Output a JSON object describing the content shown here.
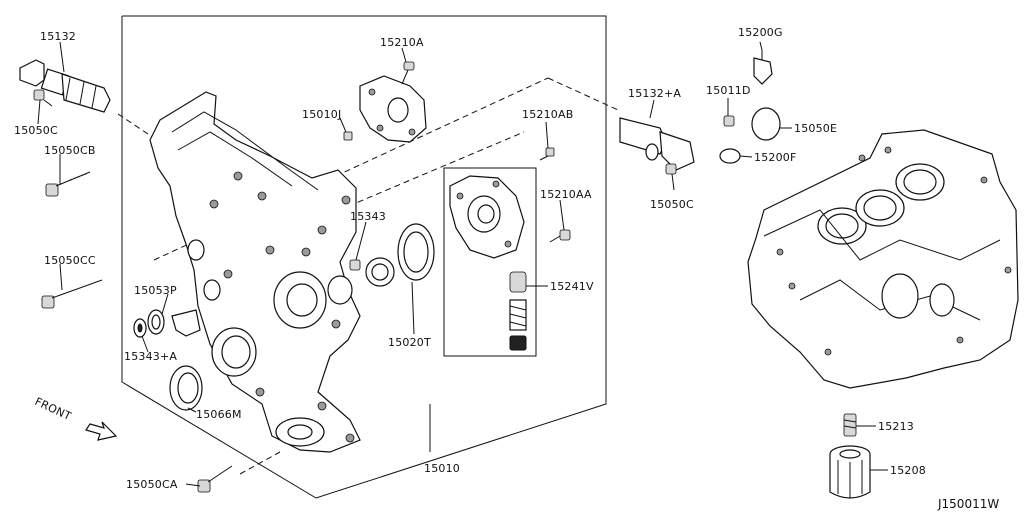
{
  "labels": {
    "p15132": "15132",
    "p15050c_left": "15050C",
    "p15050cb": "15050CB",
    "p15050cc": "15050CC",
    "p15053p": "15053P",
    "p15343a": "15343+A",
    "p15066m": "15066M",
    "p15050ca": "15050CA",
    "p15210a": "15210A",
    "p15010j": "15010J",
    "p15343": "15343",
    "p15210ab": "15210AB",
    "p15210aa": "15210AA",
    "p15241v": "15241V",
    "p15020t": "15020T",
    "p15010": "15010",
    "p15132a": "15132+A",
    "p15050c_right": "15050C",
    "p15200g": "15200G",
    "p15011d": "15011D",
    "p15050e": "15050E",
    "p15200f": "15200F",
    "p15213": "15213",
    "p15208": "15208"
  },
  "front_label": "FRONT",
  "figure_code": "J150011W"
}
